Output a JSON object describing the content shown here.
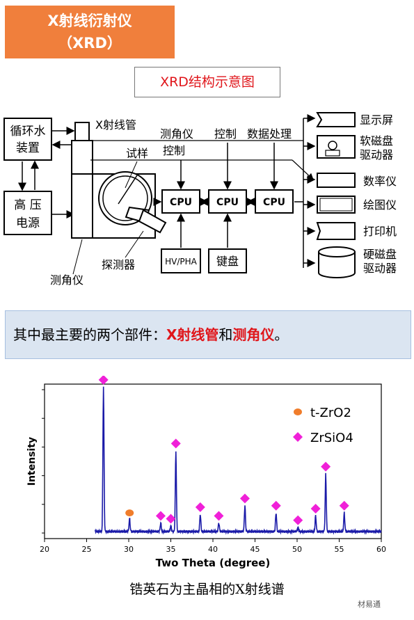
{
  "title": {
    "line1": "X射线衍射仪",
    "line2": "（XRD）"
  },
  "subtitle": "XRD结构示意图",
  "diagram": {
    "labels": {
      "cooling": [
        "循环水",
        "装置"
      ],
      "power": [
        "高 压",
        "电源"
      ],
      "xray_tube": "X射线管",
      "sample": "试样",
      "goniometer_control": [
        "测角仪",
        "控制"
      ],
      "control": "控制",
      "data_processing": "数据处理",
      "goniometer": "测角仪",
      "detector": "探测器",
      "cpu1": "CPU",
      "cpu2": "CPU",
      "cpu3": "CPU",
      "hvpha": "HV/PHA",
      "keyboard": "键盘"
    },
    "devices": [
      {
        "label": "显示屏"
      },
      {
        "label": "软磁盘",
        "label2": "驱动器"
      },
      {
        "label": "数率仪"
      },
      {
        "label": "绘图仪"
      },
      {
        "label": "打印机"
      },
      {
        "label": "硬磁盘",
        "label2": "驱动器"
      }
    ]
  },
  "caption": {
    "prefix": "其中最主要的两个部件：",
    "part1": "X射线管",
    "mid": "和",
    "part2": "测角仪",
    "suffix": "。"
  },
  "chart_data": {
    "type": "line",
    "xlabel": "Two Theta (degree)",
    "ylabel": "Intensity",
    "xlim": [
      20,
      60
    ],
    "xticks": [
      20,
      25,
      30,
      35,
      40,
      45,
      50,
      55,
      60
    ],
    "ylim": [
      0,
      100
    ],
    "baseline": 2,
    "peaks": [
      {
        "x": 27.0,
        "y": 100,
        "phase": "ZrSiO4"
      },
      {
        "x": 30.1,
        "y": 9,
        "phase": "t-ZrO2"
      },
      {
        "x": 33.8,
        "y": 6,
        "phase": "ZrSiO4"
      },
      {
        "x": 35.0,
        "y": 4,
        "phase": "ZrSiO4"
      },
      {
        "x": 35.6,
        "y": 56,
        "phase": "ZrSiO4"
      },
      {
        "x": 38.5,
        "y": 12,
        "phase": "ZrSiO4"
      },
      {
        "x": 40.7,
        "y": 6,
        "phase": "ZrSiO4"
      },
      {
        "x": 43.8,
        "y": 18,
        "phase": "ZrSiO4"
      },
      {
        "x": 47.5,
        "y": 13,
        "phase": "ZrSiO4"
      },
      {
        "x": 50.1,
        "y": 3,
        "phase": "ZrSiO4"
      },
      {
        "x": 52.2,
        "y": 11,
        "phase": "ZrSiO4"
      },
      {
        "x": 53.4,
        "y": 40,
        "phase": "ZrSiO4"
      },
      {
        "x": 55.6,
        "y": 13,
        "phase": "ZrSiO4"
      }
    ],
    "legend": [
      {
        "name": "t-ZrO2",
        "marker": "circle",
        "color": "#f07d2b"
      },
      {
        "name": "ZrSiO4",
        "marker": "diamond",
        "color": "#f020d8"
      }
    ],
    "legend_placement": "top-right",
    "line_color": "#1a1aa8"
  },
  "figure_caption": "锆英石为主晶相的X射线谱",
  "watermark": "材易通"
}
